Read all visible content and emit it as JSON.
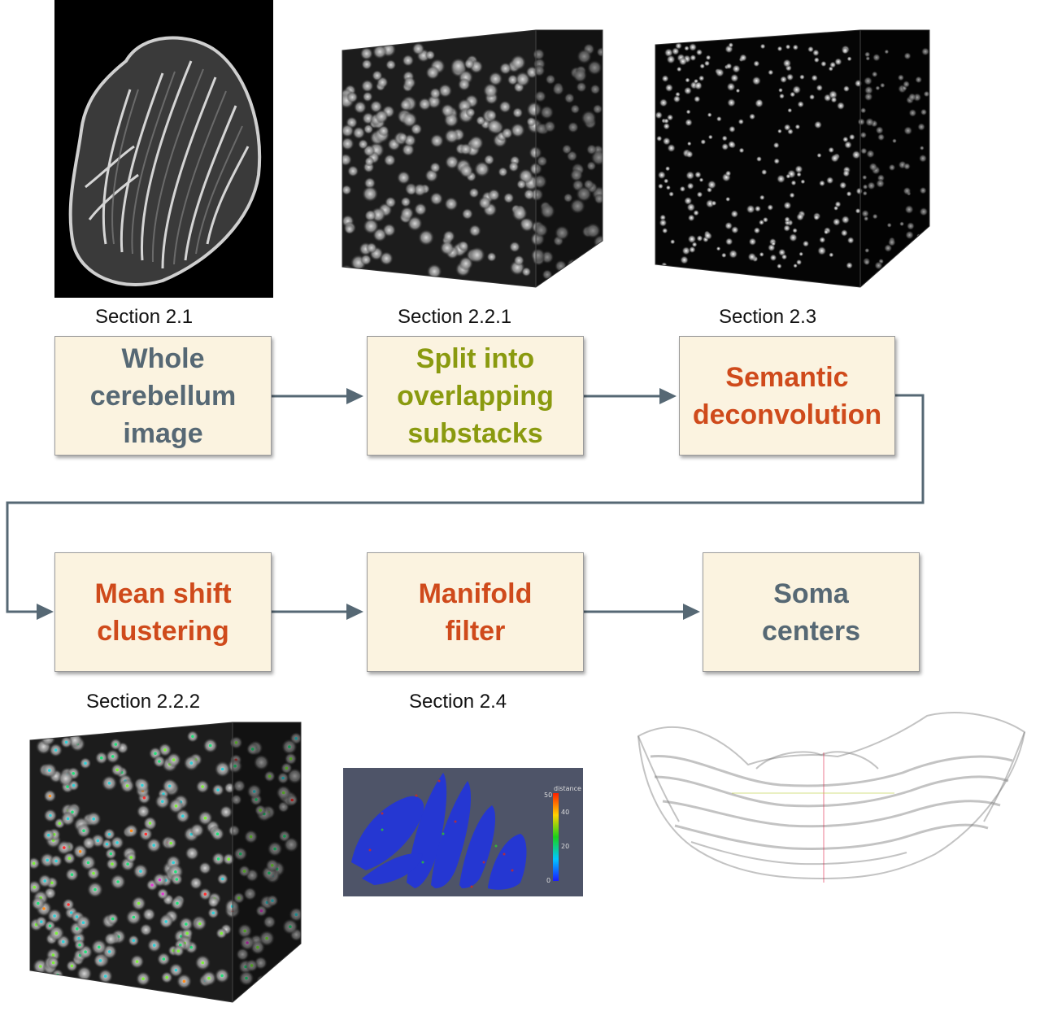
{
  "sections": {
    "s1": "Section 2.1",
    "s2": "Section 2.2.1",
    "s3": "Section 2.3",
    "s4": "Section 2.2.2",
    "s5": "Section 2.4"
  },
  "boxes": {
    "whole": [
      "Whole",
      "cerebellum",
      "image"
    ],
    "split": [
      "Split into",
      "overlapping",
      "substacks"
    ],
    "semantic": [
      "Semantic",
      "deconvolution"
    ],
    "meanshift": [
      "Mean shift",
      "clustering"
    ],
    "manifold": [
      "Manifold",
      "filter"
    ],
    "soma": [
      "Soma",
      "centers"
    ]
  },
  "legend": {
    "title": "distance",
    "ticks": [
      "50",
      "40",
      "20",
      "0"
    ]
  },
  "colors": {
    "box_fill": "#fbf3e0",
    "arrow": "#566874",
    "gray_text": "#566874",
    "green_text": "#8a9a0f",
    "orange_text": "#cf4a1b"
  }
}
